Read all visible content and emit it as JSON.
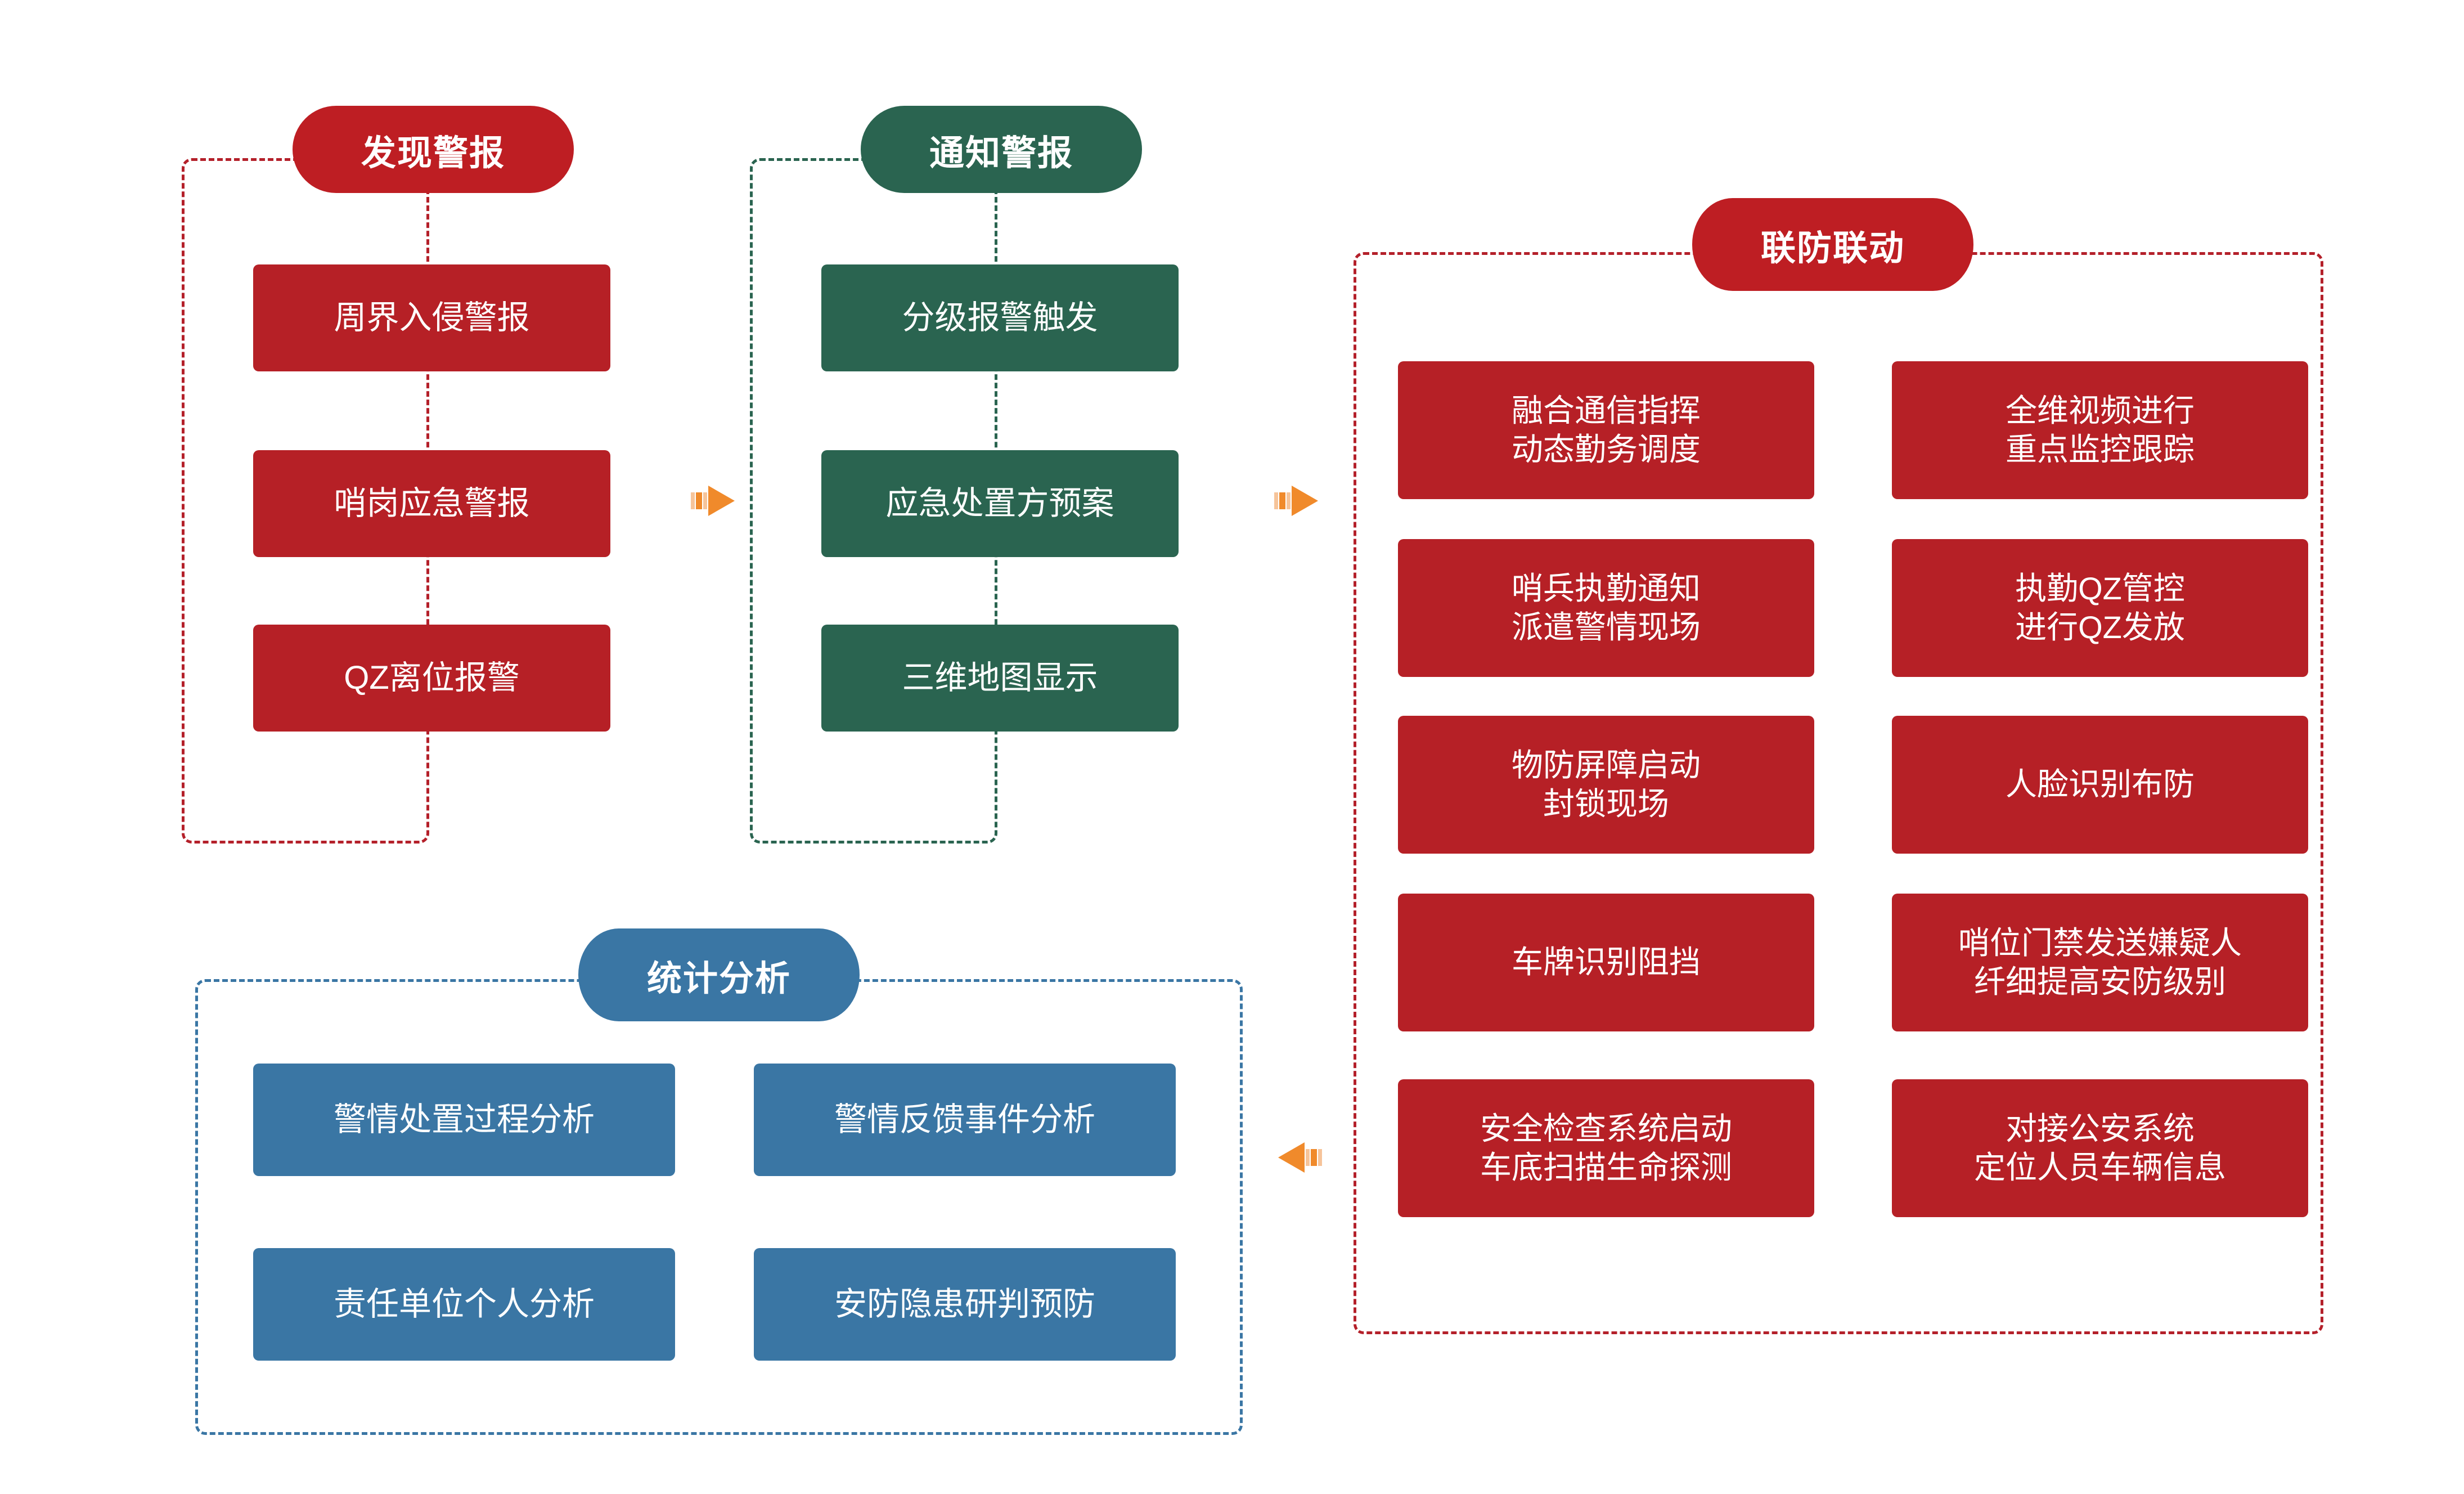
{
  "diagram": {
    "title_hidden": "",
    "colors": {
      "red_box": "#B62026",
      "red_pill": "#BE1E23",
      "green": "#2A6450",
      "blue": "#3A76A4",
      "arrow_orange": "#F08A2B",
      "arrow_orange_light": "#F6C49A",
      "background": "#FFFFFF"
    },
    "groups": [
      {
        "id": "discover-alarm",
        "title": "发现警报",
        "color": "red",
        "layout": "single-column",
        "items": [
          "周界入侵警报",
          "哨岗应急警报",
          "QZ离位报警"
        ]
      },
      {
        "id": "notify-alarm",
        "title": "通知警报",
        "color": "green",
        "layout": "single-column",
        "items": [
          "分级报警触发",
          "应急处置方预案",
          "三维地图显示"
        ]
      },
      {
        "id": "joint-defense",
        "title": "联防联动",
        "color": "red",
        "layout": "two-column",
        "items": [
          "融合通信指挥\n动态勤务调度",
          "全维视频进行\n重点监控跟踪",
          "哨兵执勤通知\n派遣警情现场",
          "执勤QZ管控\n进行QZ发放",
          "物防屏障启动\n封锁现场",
          "人脸识别布防",
          "车牌识别阻挡",
          "哨位门禁发送嫌疑人\n纤细提高安防级别",
          "安全检查系统启动\n车底扫描生命探测",
          "对接公安系统\n定位人员车辆信息"
        ]
      },
      {
        "id": "statistics-analysis",
        "title": "统计分析",
        "color": "blue",
        "layout": "two-column",
        "items": [
          "警情处置过程分析",
          "警情反馈事件分析",
          "责任单位个人分析",
          "安防隐患研判预防"
        ]
      }
    ],
    "connectors": [
      {
        "id": "arrow-discover-to-notify",
        "direction": "right",
        "icon": "arrow-right-icon"
      },
      {
        "id": "arrow-notify-to-joint",
        "direction": "right",
        "icon": "arrow-right-icon"
      },
      {
        "id": "arrow-joint-to-statistics",
        "direction": "left",
        "icon": "arrow-left-icon"
      }
    ]
  }
}
